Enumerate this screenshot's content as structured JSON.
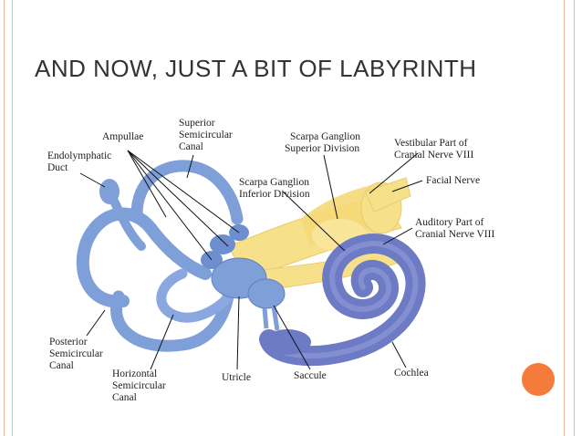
{
  "slide": {
    "title_first_letter": "A",
    "title_small_caps": "ND NOW, JUST A BIT OF ",
    "title_emphasis": "LABYRINTH"
  },
  "labels": {
    "ampullae": "Ampullae",
    "superior_1": "Superior",
    "superior_2": "Semicircular",
    "superior_3": "Canal",
    "endolymphatic_1": "Endolymphatic",
    "endolymphatic_2": "Duct",
    "scarpa_sup_1": "Scarpa Ganglion",
    "scarpa_sup_2": "Superior Division",
    "vestibular_1": "Vestibular Part of",
    "vestibular_2": "Cranial Nerve VIII",
    "scarpa_inf_1": "Scarpa Ganglion",
    "scarpa_inf_2": "Inferior Division",
    "facial_nerve": "Facial Nerve",
    "auditory_1": "Auditory Part of",
    "auditory_2": "Cranial Nerve VIII",
    "posterior_1": "Posterior",
    "posterior_2": "Semicircular",
    "posterior_3": "Canal",
    "horizontal_1": "Horizontal",
    "horizontal_2": "Semicircular",
    "horizontal_3": "Canal",
    "utricle": "Utricle",
    "saccule": "Saccule",
    "cochlea": "Cochlea"
  },
  "colors": {
    "labyrinth": "#7f9fd8",
    "labyrinth_dark": "#5f7fc0",
    "cochlea": "#6d7bc4",
    "nerve": "#f7e08a",
    "accent_dot": "#f47b3a",
    "border": "#f0b4a0"
  }
}
